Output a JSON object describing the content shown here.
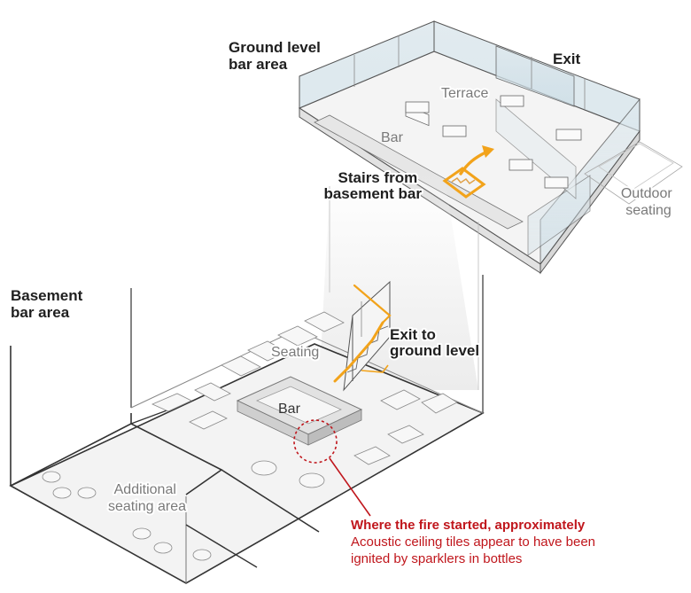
{
  "labels": {
    "ground_level": [
      "Ground level",
      "bar area"
    ],
    "exit": "Exit",
    "terrace": "Terrace",
    "ground_bar": "Bar",
    "stairs_from": [
      "Stairs from",
      "basement bar"
    ],
    "outdoor": [
      "Outdoor",
      "seating"
    ],
    "basement": [
      "Basement",
      "bar area"
    ],
    "seating": "Seating",
    "exit_to": [
      "Exit to",
      "ground level"
    ],
    "basement_bar": "Bar",
    "additional": [
      "Additional",
      "seating area"
    ]
  },
  "fire_note": {
    "title": "Where the fire started, approximately",
    "description": [
      "Acoustic ceiling tiles appear to have been",
      "ignited by sparklers in bottles"
    ]
  },
  "colors": {
    "fire_red": "#c0161c",
    "stair_orange": "#f2a31b",
    "glass_blue": "#c9dbe4"
  }
}
